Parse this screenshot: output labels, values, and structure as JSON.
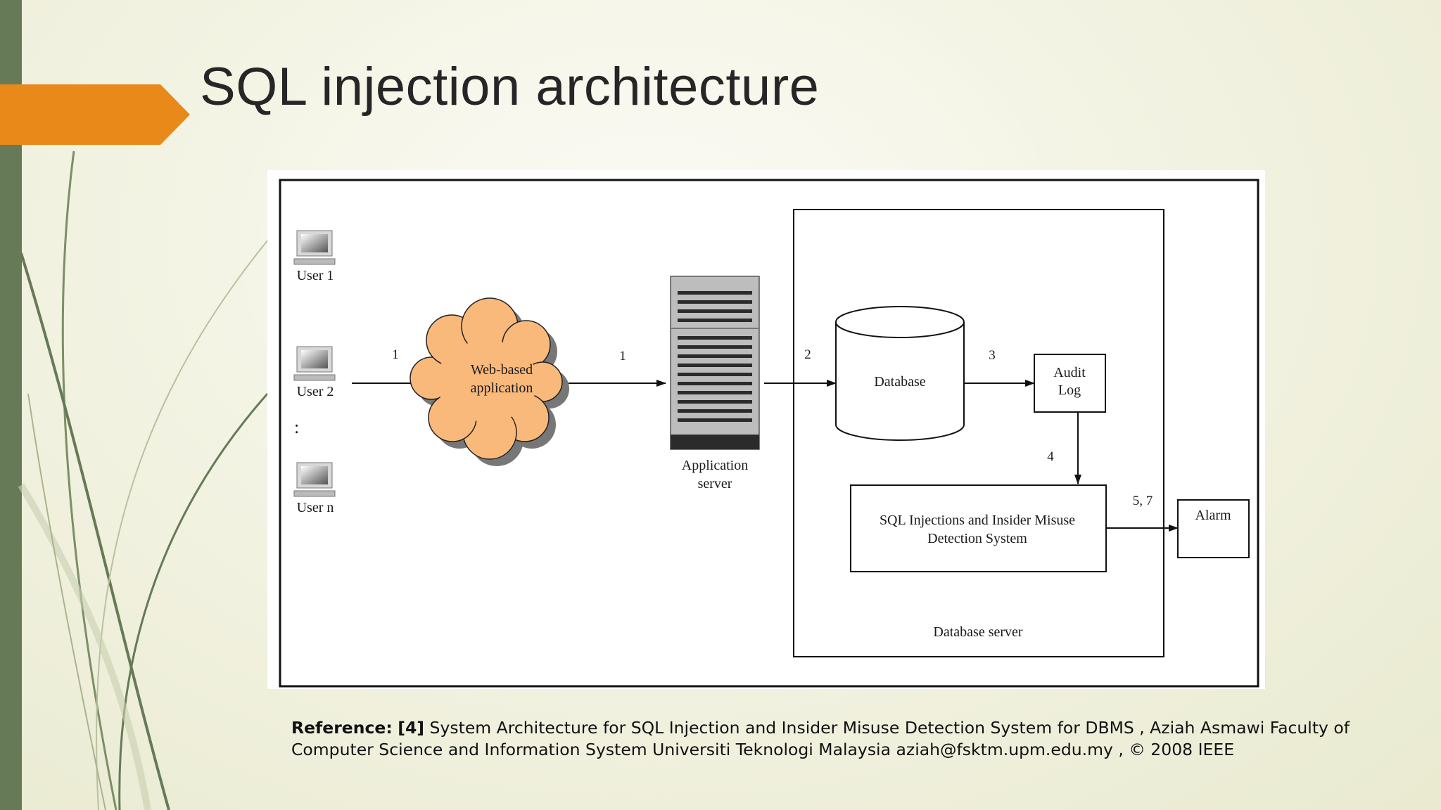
{
  "slide": {
    "title": "SQL injection architecture",
    "accent_color": "#e8891a",
    "sidebar_color": "#667a57"
  },
  "diagram": {
    "users": [
      {
        "label": "User 1"
      },
      {
        "label": "User 2"
      },
      {
        "label": "User n"
      }
    ],
    "ellipsis": ":",
    "web_app": {
      "line1": "Web-based",
      "line2": "application"
    },
    "app_server": {
      "line1": "Application",
      "line2": "server"
    },
    "database": {
      "label": "Database"
    },
    "audit_log": {
      "line1": "Audit",
      "line2": "Log"
    },
    "detection_system": {
      "line1": "SQL Injections and Insider Misuse",
      "line2": "Detection System"
    },
    "alarm": {
      "label": "Alarm"
    },
    "db_server": {
      "label": "Database server"
    },
    "steps": {
      "users_to_web": "1",
      "web_to_server": "1",
      "server_to_db": "2",
      "db_to_audit": "3",
      "audit_to_detection": "4",
      "detection_to_alarm": "5, 7"
    },
    "cloud_color": "#f9b97a"
  },
  "reference": {
    "label": "Reference:",
    "number": "[4]",
    "text": " System Architecture for SQL Injection and Insider Misuse Detection System for DBMS , Aziah Asmawi Faculty of Computer Science and Information System Universiti Teknologi Malaysia aziah@fsktm.upm.edu.my , © 2008 IEEE"
  }
}
